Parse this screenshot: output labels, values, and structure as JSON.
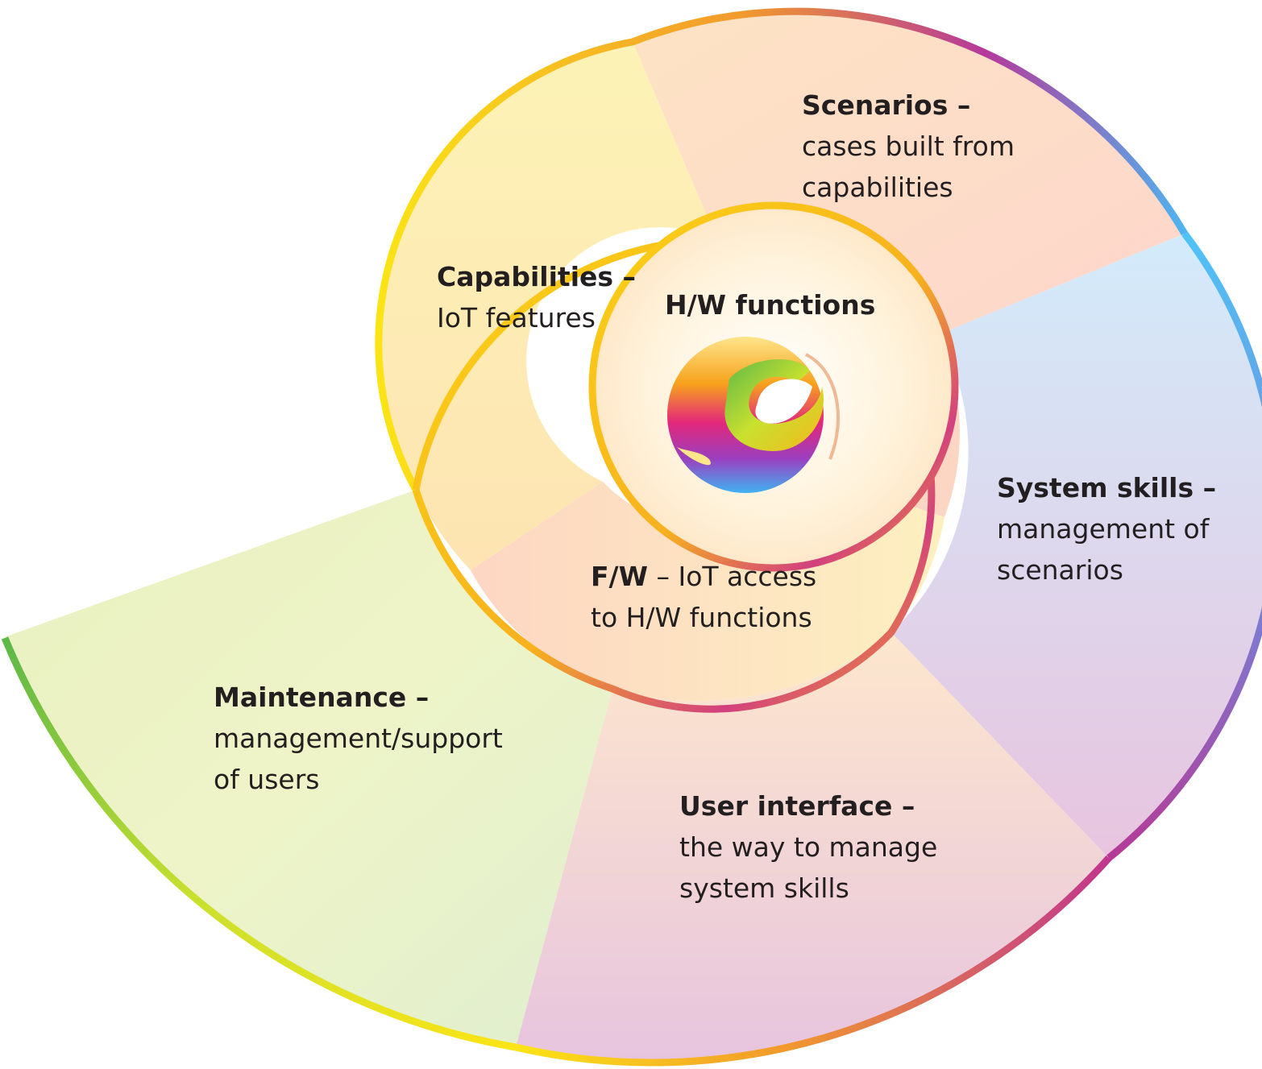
{
  "colors": {
    "maintenance": "#e2efc4",
    "user_interface": "#ecc8d6",
    "system_skills": "#dccfe8",
    "scenarios": "#fde0c9",
    "capabilities": "#fdebb0",
    "firmware": "#fde3c8",
    "hardware": "#fff3e0",
    "ring_yellow": "#fbe415",
    "ring_orange": "#f19a2c",
    "ring_magenta": "#c33a8f",
    "ring_blue": "#4fb3f0",
    "ring_green": "#5cb848"
  },
  "labels": {
    "scenarios": {
      "title": "Scenarios –",
      "desc": [
        "cases built from",
        "capabilities"
      ]
    },
    "capabilities": {
      "title": "Capabilities –",
      "desc": [
        "IoT features"
      ]
    },
    "hw": {
      "title": "H/W functions"
    },
    "fw": {
      "title": "F/W",
      "desc1": " – IoT access",
      "desc2": "to H/W functions"
    },
    "system_skills": {
      "title": "System skills –",
      "desc": [
        "management of",
        "scenarios"
      ]
    },
    "maintenance": {
      "title": "Maintenance –",
      "desc": [
        "management/support",
        "of users"
      ]
    },
    "user_interface": {
      "title": "User interface –",
      "desc": [
        "the way to manage",
        "system skills"
      ]
    }
  },
  "icons": {
    "center_logo": "rainbow-swirl-logo-icon"
  }
}
